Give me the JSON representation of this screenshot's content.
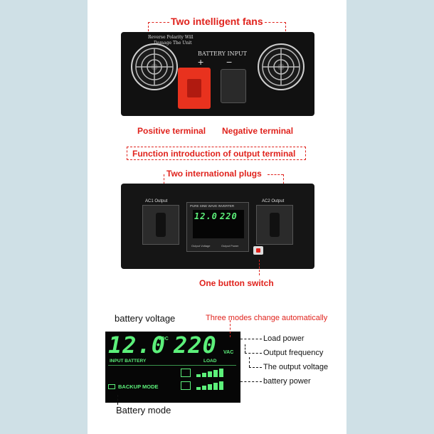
{
  "top": {
    "fans_label": "Two intelligent fans",
    "warning_line1": "Reverse Polarity Will",
    "warning_line2": "Damage The Unit",
    "battery_input": "BATTERY INPUT",
    "plus_symbol": "+",
    "minus_symbol": "−",
    "positive_label": "Positive terminal",
    "negative_label": "Negative terminal"
  },
  "middle": {
    "function_title": "Function introduction of output terminal",
    "plugs_label": "Two international plugs",
    "ac1": "AC1 Output",
    "ac2": "AC2 Output",
    "panel_title": "PURE SINE WAVE INVERTER",
    "lcd_small_left": "12.0",
    "lcd_small_right": "220",
    "output_voltage_small": "Output Voltage",
    "output_power_small": "Output Power",
    "switch_label": "One button switch"
  },
  "bottom": {
    "battery_voltage": "battery voltage",
    "modes_label": "Three modes change automatically",
    "lcd_left": "12.0",
    "lcd_vdc": "VDC",
    "lcd_right": "220",
    "lcd_vac": "VAC",
    "input_battery": "INPUT BATTERY",
    "load": "LOAD",
    "backup_mode": "BACKUP MODE",
    "load_power": "Load power",
    "output_frequency": "Output frequency",
    "output_voltage": "The output voltage",
    "battery_power": "battery power",
    "battery_mode": "Battery mode"
  },
  "colors": {
    "accent": "#e0221c",
    "lcd_green": "#5cf07a",
    "background": "#cfe0e6"
  },
  "icons": [
    "fan-icon",
    "plus-icon",
    "minus-icon",
    "socket-icon",
    "switch-icon",
    "battery-icon"
  ]
}
